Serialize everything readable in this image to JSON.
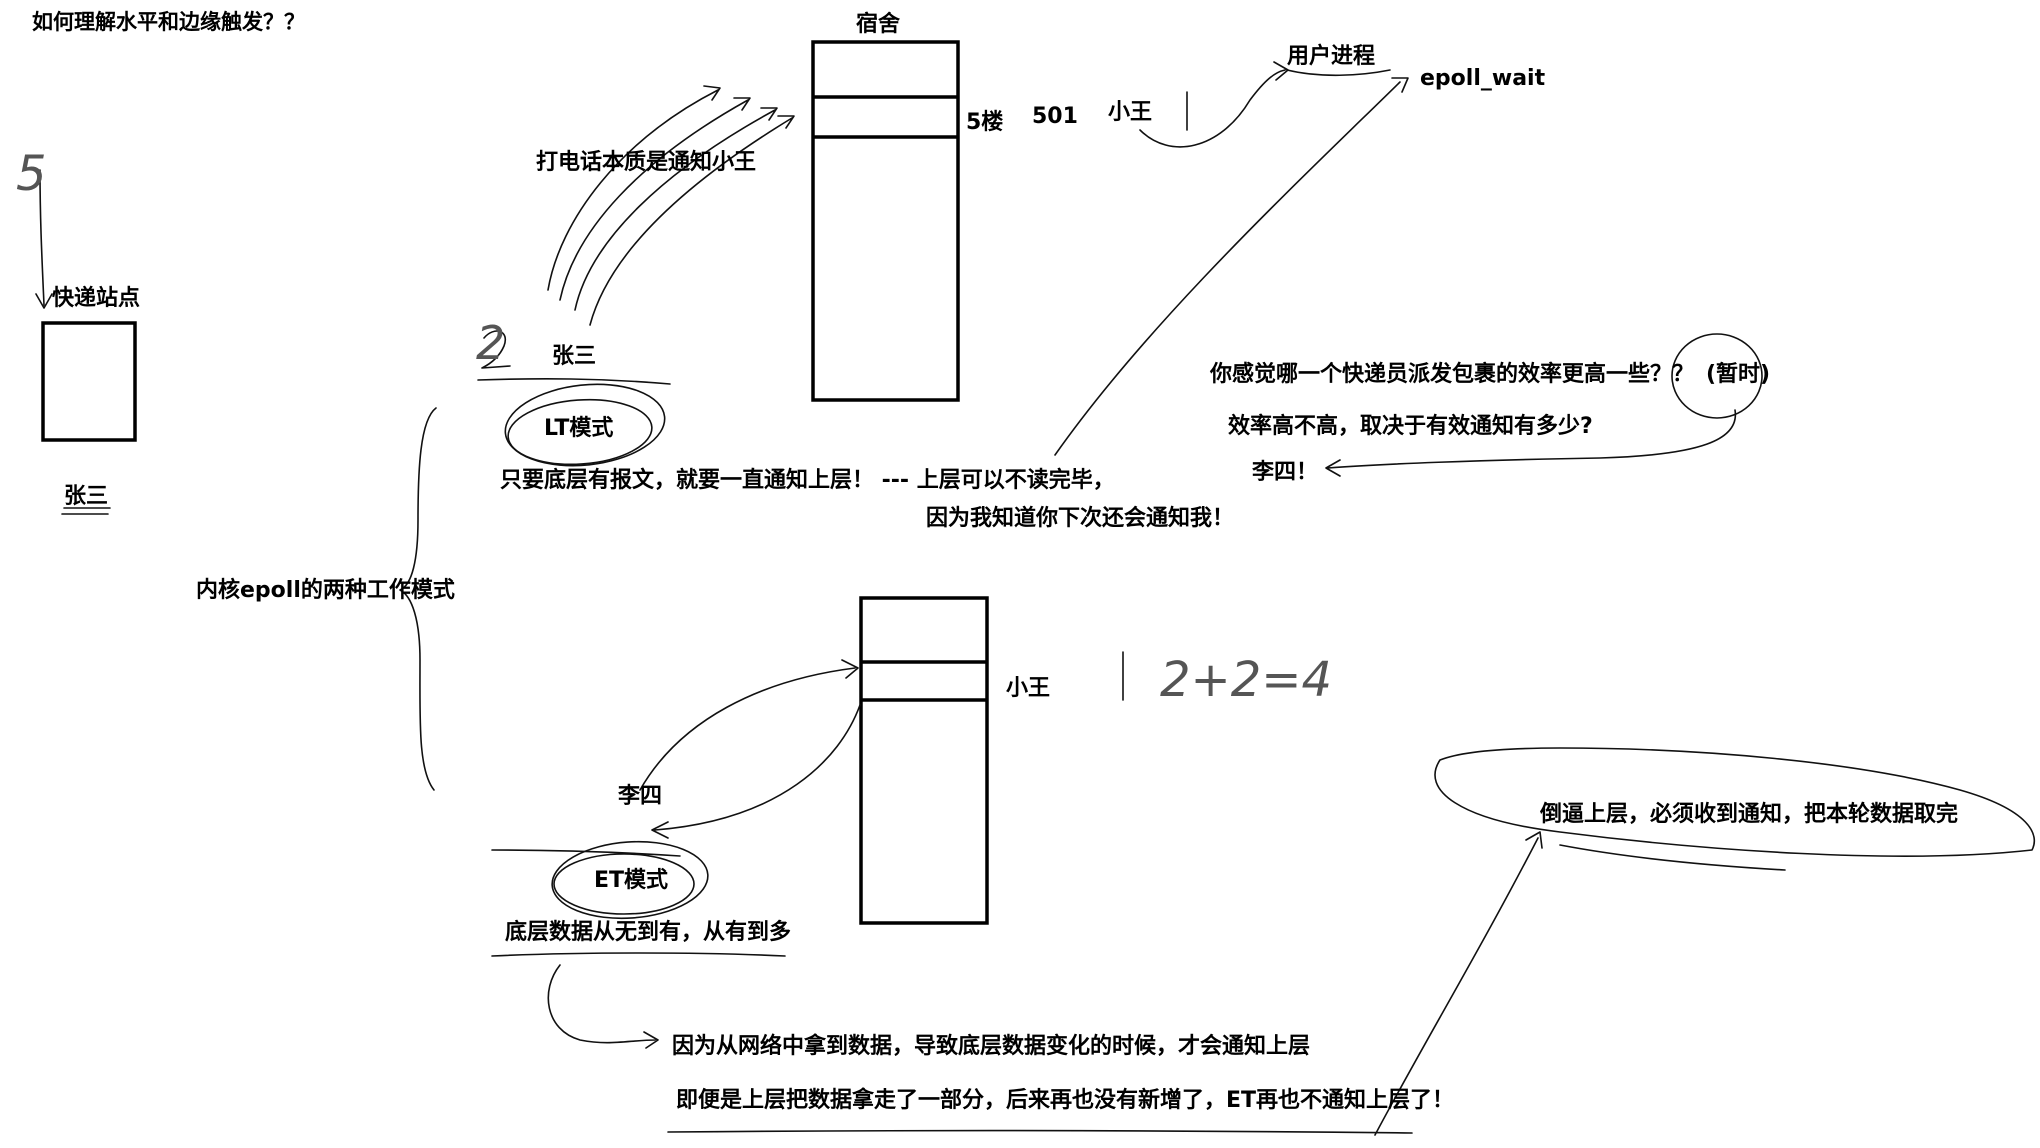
{
  "title": "如何理解水平和边缘触发？？",
  "courier_station": {
    "label": "快递站点",
    "person": "张三",
    "hand_number": "5"
  },
  "central_label": "内核epoll的两种工作模式",
  "lt_section": {
    "person": "张三",
    "hand_number": "2",
    "mode": "LT模式",
    "call_note": "打电话本质是通知小王",
    "description": "只要底层有报文，就要一直通知上层！ --- 上层可以不读完毕，",
    "description2": "因为我知道你下次还会通知我！"
  },
  "dorm": {
    "label": "宿舍",
    "floor": "5楼",
    "room": "501",
    "resident": "小王"
  },
  "user_process": {
    "label": "用户进程",
    "call": "epoll_wait"
  },
  "question": {
    "text": "你感觉哪一个快递员派发包裹的效率更高一些？？",
    "paren": "(暂时)",
    "answer1": "效率高不高，取决于有效通知有多少?",
    "answer2": "李四！"
  },
  "et_section": {
    "person": "李四",
    "mode": "ET模式",
    "description": "底层数据从无到有，从有到多",
    "resident": "小王",
    "hand_math": "2+2=4",
    "note1": "因为从网络中拿到数据，导致底层数据变化的时候，才会通知上层",
    "note2": "即便是上层把数据拿走了一部分，后来再也没有新增了，ET再也不通知上层了！",
    "forced": "倒逼上层，必须收到通知，把本轮数据取完"
  }
}
